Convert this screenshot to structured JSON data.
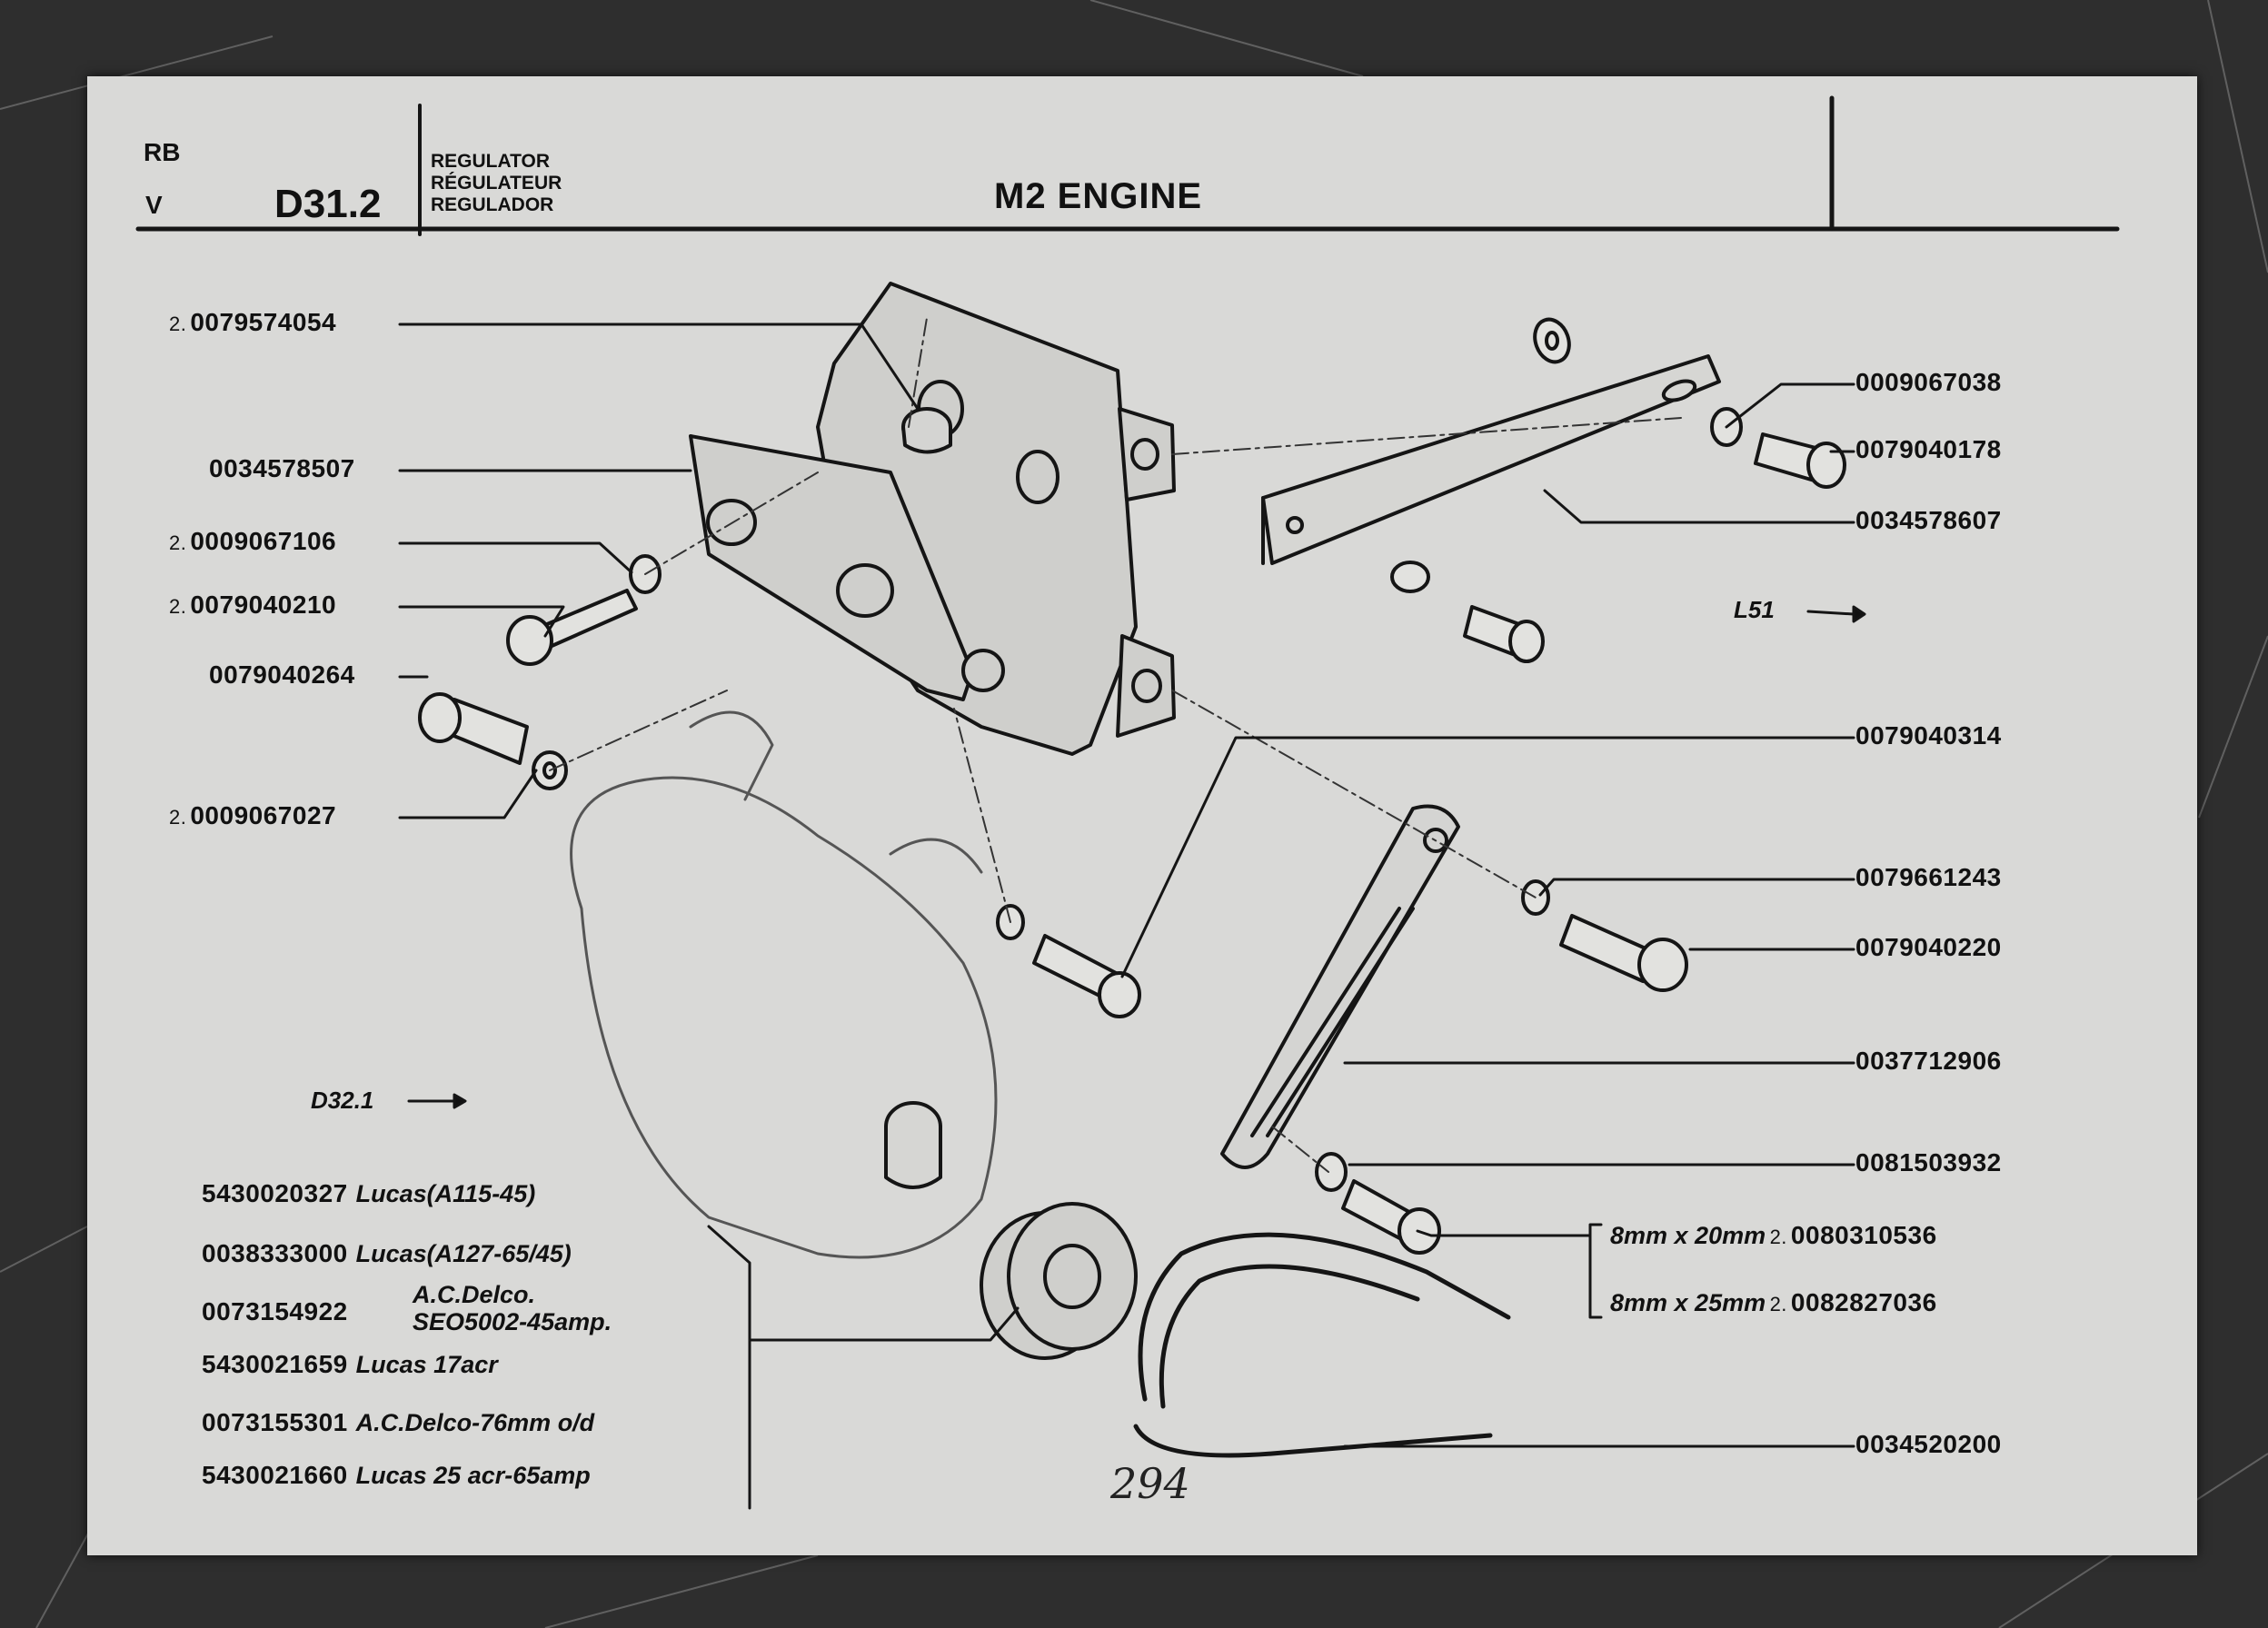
{
  "header": {
    "rb": "RB",
    "v": "V",
    "code": "D31.2",
    "regulator": [
      "REGULATOR",
      "RÉGULATEUR",
      "REGULADOR"
    ],
    "title": "M2  ENGINE"
  },
  "parts_left": [
    {
      "qty": "2.",
      "number": "0079574054"
    },
    {
      "qty": "",
      "number": "0034578507"
    },
    {
      "qty": "2.",
      "number": "0009067106"
    },
    {
      "qty": "2.",
      "number": "0079040210"
    },
    {
      "qty": "",
      "number": "0079040264"
    },
    {
      "qty": "2.",
      "number": "0009067027"
    }
  ],
  "parts_right": [
    {
      "qty": "",
      "number": "0009067038"
    },
    {
      "qty": "",
      "number": "0079040178"
    },
    {
      "qty": "",
      "number": "0034578607"
    },
    {
      "qty": "",
      "number": "0079040314"
    },
    {
      "qty": "",
      "number": "0079661243"
    },
    {
      "qty": "",
      "number": "0079040220"
    },
    {
      "qty": "",
      "number": "0037712906"
    },
    {
      "qty": "",
      "number": "0081503932"
    },
    {
      "qty": "",
      "number": "0034520200"
    }
  ],
  "bolt_options": [
    {
      "size": "8mm x 20mm",
      "qty": "2.",
      "number": "0080310536"
    },
    {
      "size": "8mm x 25mm",
      "qty": "2.",
      "number": "0082827036"
    }
  ],
  "alternators": [
    {
      "number": "5430020327",
      "desc": "Lucas(A115-45)"
    },
    {
      "number": "0038333000",
      "desc": "Lucas(A127-65/45)"
    },
    {
      "number": "0073154922",
      "desc": "A.C.Delco.",
      "desc2": "SEO5002-45amp."
    },
    {
      "number": "5430021659",
      "desc": "Lucas 17acr"
    },
    {
      "number": "0073155301",
      "desc": "A.C.Delco-76mm o/d"
    },
    {
      "number": "5430021660",
      "desc": "Lucas 25 acr-65amp"
    }
  ],
  "references": {
    "l51": "L51",
    "d32": "D32.1"
  },
  "page_number": "294",
  "colors": {
    "paper": "#d9d9d7",
    "ink": "#111111",
    "background": "#2f2f2f"
  }
}
